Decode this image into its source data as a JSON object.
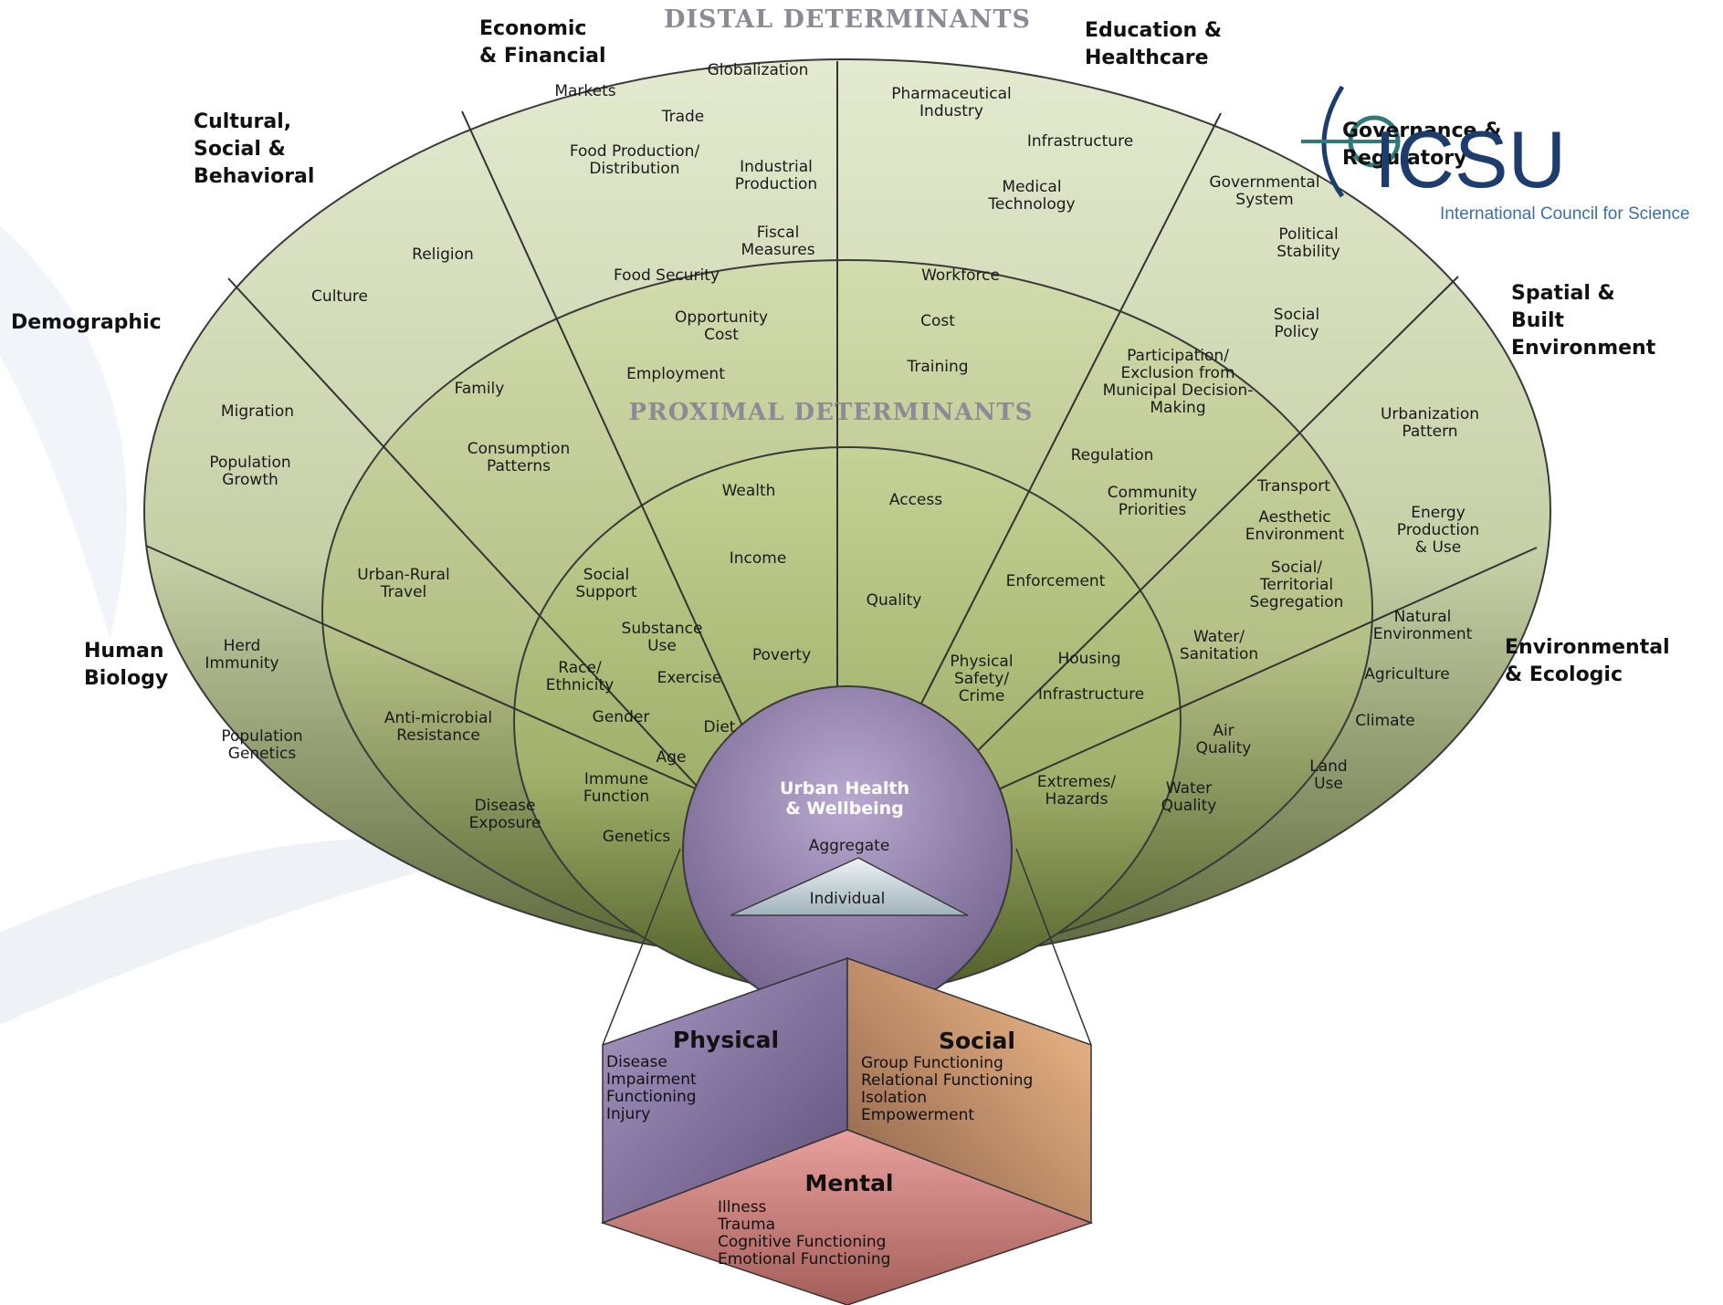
{
  "diagram": {
    "distal_title": "Distal Determinants",
    "proximal_title": "Proximal Determinants",
    "center": {
      "title_lines": [
        "Urban Health",
        "& Wellbeing"
      ],
      "aggregate": "Aggregate",
      "individual": "Individual"
    },
    "logo": {
      "name": "ICSU",
      "subtitle": "International Council for Science"
    },
    "sections": [
      {
        "id": "economic",
        "lines": [
          "Economic",
          "& Financial"
        ]
      },
      {
        "id": "education",
        "lines": [
          "Education &",
          "Healthcare"
        ]
      },
      {
        "id": "governance",
        "lines": [
          "Governance &",
          "Regulatory"
        ]
      },
      {
        "id": "spatial",
        "lines": [
          "Spatial &",
          "Built",
          "Environment"
        ]
      },
      {
        "id": "environmental",
        "lines": [
          "Environmental",
          "& Ecologic"
        ]
      },
      {
        "id": "cultural",
        "lines": [
          "Cultural,",
          "Social  &",
          "Behavioral"
        ]
      },
      {
        "id": "demographic",
        "lines": [
          "Demographic"
        ]
      },
      {
        "id": "biology",
        "lines": [
          "Human",
          "Biology"
        ]
      }
    ],
    "factors": [
      {
        "lines": [
          "Markets"
        ]
      },
      {
        "lines": [
          "Globalization"
        ]
      },
      {
        "lines": [
          "Trade"
        ]
      },
      {
        "lines": [
          "Food Production/",
          "Distribution"
        ]
      },
      {
        "lines": [
          "Industrial",
          "Production"
        ]
      },
      {
        "lines": [
          "Fiscal",
          "Measures"
        ]
      },
      {
        "lines": [
          "Food Security"
        ]
      },
      {
        "lines": [
          "Opportunity",
          "Cost"
        ]
      },
      {
        "lines": [
          "Employment"
        ]
      },
      {
        "lines": [
          "Pharmaceutical",
          "Industry"
        ]
      },
      {
        "lines": [
          "Infrastructure"
        ]
      },
      {
        "lines": [
          "Medical",
          "Technology"
        ]
      },
      {
        "lines": [
          "Workforce"
        ]
      },
      {
        "lines": [
          "Cost"
        ]
      },
      {
        "lines": [
          "Training"
        ]
      },
      {
        "lines": [
          "Governmental",
          "System"
        ]
      },
      {
        "lines": [
          "Political",
          "Stability"
        ]
      },
      {
        "lines": [
          "Social",
          "Policy"
        ]
      },
      {
        "lines": [
          "Participation/",
          "Exclusion from",
          "Municipal Decision-",
          "Making"
        ]
      },
      {
        "lines": [
          "Regulation"
        ]
      },
      {
        "lines": [
          "Community",
          "Priorities"
        ]
      },
      {
        "lines": [
          "Urbanization",
          "Pattern"
        ]
      },
      {
        "lines": [
          "Energy",
          "Production",
          "& Use"
        ]
      },
      {
        "lines": [
          "Transport"
        ]
      },
      {
        "lines": [
          "Aesthetic",
          "Environment"
        ]
      },
      {
        "lines": [
          "Social/",
          "Territorial",
          "Segregation"
        ]
      },
      {
        "lines": [
          "Natural",
          "Environment"
        ]
      },
      {
        "lines": [
          "Agriculture"
        ]
      },
      {
        "lines": [
          "Climate"
        ]
      },
      {
        "lines": [
          "Land",
          "Use"
        ]
      },
      {
        "lines": [
          "Water/",
          "Sanitation"
        ]
      },
      {
        "lines": [
          "Air",
          "Quality"
        ]
      },
      {
        "lines": [
          "Water",
          "Quality"
        ]
      },
      {
        "lines": [
          "Extremes/",
          "Hazards"
        ]
      },
      {
        "lines": [
          "Religion"
        ]
      },
      {
        "lines": [
          "Culture"
        ]
      },
      {
        "lines": [
          "Family"
        ]
      },
      {
        "lines": [
          "Consumption",
          "Patterns"
        ]
      },
      {
        "lines": [
          "Urban-Rural",
          "Travel"
        ]
      },
      {
        "lines": [
          "Migration"
        ]
      },
      {
        "lines": [
          "Population",
          "Growth"
        ]
      },
      {
        "lines": [
          "Herd",
          "Immunity"
        ]
      },
      {
        "lines": [
          "Population",
          "Genetics"
        ]
      },
      {
        "lines": [
          "Anti-microbial",
          "Resistance"
        ]
      },
      {
        "lines": [
          "Disease",
          "Exposure"
        ]
      },
      {
        "lines": [
          "Wealth"
        ]
      },
      {
        "lines": [
          "Income"
        ]
      },
      {
        "lines": [
          "Poverty"
        ]
      },
      {
        "lines": [
          "Social",
          "Support"
        ]
      },
      {
        "lines": [
          "Substance",
          "Use"
        ]
      },
      {
        "lines": [
          "Exercise"
        ]
      },
      {
        "lines": [
          "Race/",
          "Ethnicity"
        ]
      },
      {
        "lines": [
          "Gender"
        ]
      },
      {
        "lines": [
          "Diet"
        ]
      },
      {
        "lines": [
          "Age"
        ]
      },
      {
        "lines": [
          "Immune",
          "Function"
        ]
      },
      {
        "lines": [
          "Genetics"
        ]
      },
      {
        "lines": [
          "Access"
        ]
      },
      {
        "lines": [
          "Quality"
        ]
      },
      {
        "lines": [
          "Enforcement"
        ]
      },
      {
        "lines": [
          "Physical",
          "Safety/",
          "Crime"
        ]
      },
      {
        "lines": [
          "Housing"
        ]
      },
      {
        "lines": [
          "Infrastructure"
        ]
      }
    ],
    "cube": {
      "physical": {
        "title": "Physical",
        "items": [
          "Disease",
          "Impairment",
          "Functioning",
          "Injury"
        ]
      },
      "social": {
        "title": "Social",
        "items": [
          "Group Functioning",
          "Relational Functioning",
          "Isolation",
          "Empowerment"
        ]
      },
      "mental": {
        "title": "Mental",
        "items": [
          "Illness",
          "Trauma",
          "Cognitive Functioning",
          "Emotional Functioning"
        ]
      }
    },
    "colors": {
      "outer_ring": "#d9e2c0",
      "middle_ring": "#c3cf9a",
      "inner_ring": "#aebb78",
      "ring_bottom": "#5f6b3a",
      "center": "#8d7aa8",
      "physical_face": "#8a78a8",
      "social_face": "#e6a878",
      "mental_face": "#d98a86",
      "logo_blue": "#1c3d6e"
    }
  }
}
